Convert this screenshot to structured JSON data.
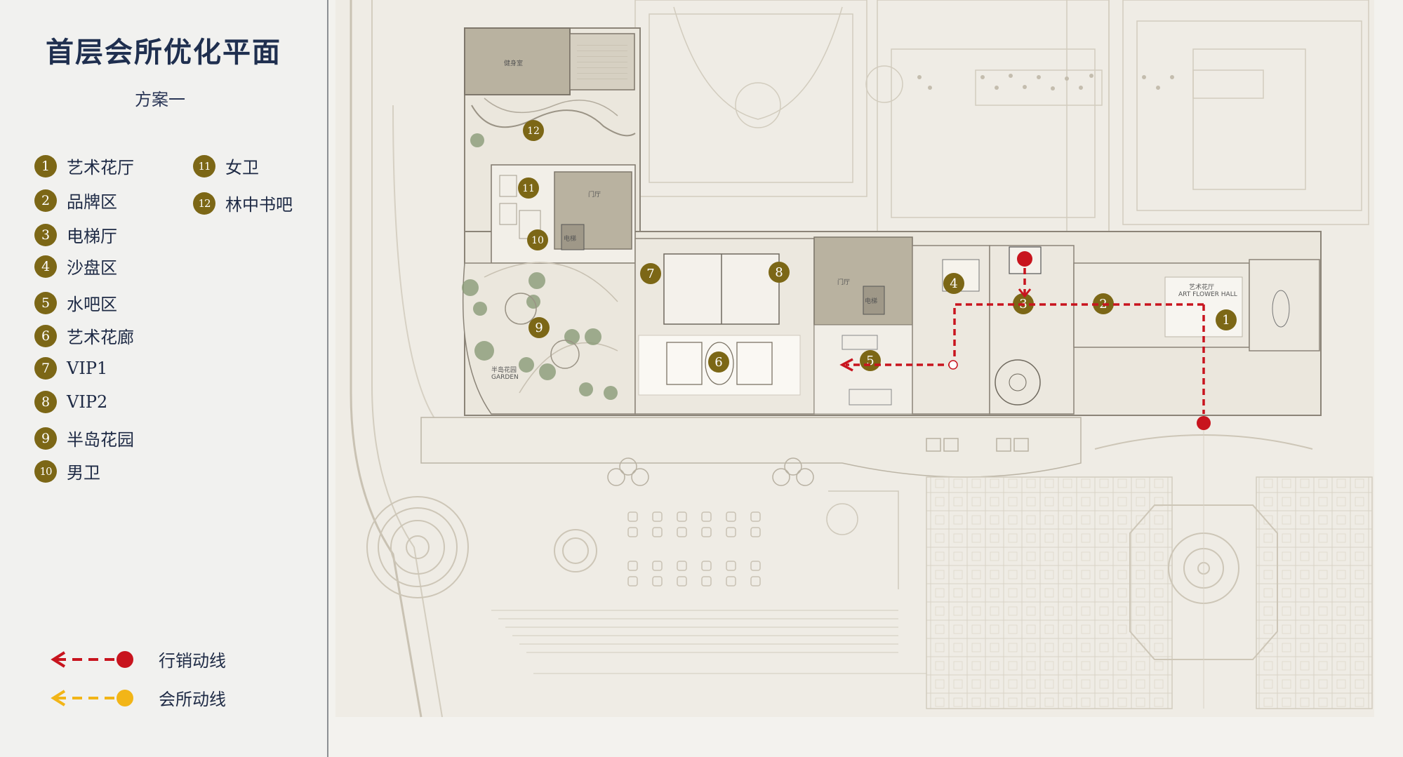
{
  "title": "首层会所优化平面",
  "subtitle": "方案一",
  "legend": [
    {
      "num": "1",
      "label": "艺术花厅"
    },
    {
      "num": "2",
      "label": "品牌区"
    },
    {
      "num": "3",
      "label": "电梯厅"
    },
    {
      "num": "4",
      "label": "沙盘区"
    },
    {
      "num": "5",
      "label": "水吧区"
    },
    {
      "num": "6",
      "label": "艺术花廊"
    },
    {
      "num": "7",
      "label": "VIP1"
    },
    {
      "num": "8",
      "label": "VIP2"
    },
    {
      "num": "9",
      "label": "半岛花园"
    },
    {
      "num": "10",
      "label": "男卫"
    },
    {
      "num": "11",
      "label": "女卫"
    },
    {
      "num": "12",
      "label": "林中书吧"
    }
  ],
  "routes": [
    {
      "label": "行销动线",
      "color": "#c8141e"
    },
    {
      "label": "会所动线",
      "color": "#f2b517"
    }
  ],
  "plan_labels": {
    "art_flower_hall": "艺术花厅",
    "art_flower_hall_en": "ART FLOWER HALL",
    "garden": "半岛花园",
    "garden_en": "GARDEN",
    "lobby_left": "门厅",
    "lobby_right": "门厅",
    "top_room": "健身室",
    "elevator_a": "电梯",
    "elevator_b": "电梯"
  },
  "colors": {
    "accent_gold": "#7c6716",
    "title_navy": "#1f2f4f",
    "route_red": "#c8141e",
    "route_yellow": "#f2b517"
  }
}
